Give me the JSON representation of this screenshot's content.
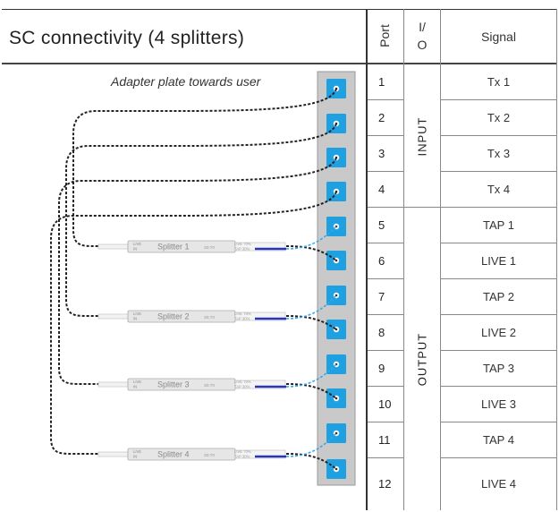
{
  "title": "SC connectivity (4 splitters)",
  "headers": {
    "port": "Port",
    "io_top": "I/",
    "io_bottom": "O",
    "signal": "Signal"
  },
  "plate_label": "Adapter plate towards user",
  "io_groups": {
    "input": "INPUT",
    "output": "OUTPUT"
  },
  "rows": [
    {
      "port": "1",
      "signal": "Tx 1"
    },
    {
      "port": "2",
      "signal": "Tx 2"
    },
    {
      "port": "3",
      "signal": "Tx 3"
    },
    {
      "port": "4",
      "signal": "Tx 4"
    },
    {
      "port": "5",
      "signal": "TAP 1"
    },
    {
      "port": "6",
      "signal": "LIVE 1"
    },
    {
      "port": "7",
      "signal": "TAP 2"
    },
    {
      "port": "8",
      "signal": "LIVE 2"
    },
    {
      "port": "9",
      "signal": "TAP 3"
    },
    {
      "port": "10",
      "signal": "LIVE 3"
    },
    {
      "port": "11",
      "signal": "TAP 4"
    },
    {
      "port": "12",
      "signal": "LIVE 4"
    }
  ],
  "splitters": [
    {
      "name": "Splitter 1",
      "ratio": "30:70",
      "in_label_1": "LIVE",
      "in_label_2": "IN",
      "out_label_1": "LIVE 70%",
      "out_label_2": "TAP 30%"
    },
    {
      "name": "Splitter 2",
      "ratio": "30:70",
      "in_label_1": "LIVE",
      "in_label_2": "IN",
      "out_label_1": "LIVE 70%",
      "out_label_2": "TAP 30%"
    },
    {
      "name": "Splitter 3",
      "ratio": "30:70",
      "in_label_1": "LIVE",
      "in_label_2": "IN",
      "out_label_1": "LIVE 70%",
      "out_label_2": "TAP 30%"
    },
    {
      "name": "Splitter 4",
      "ratio": "30:70",
      "in_label_1": "LIVE",
      "in_label_2": "IN",
      "out_label_1": "LIVE 70%",
      "out_label_2": "TAP 30%"
    }
  ],
  "colors": {
    "plate": "#c9c9c9",
    "port_blue": "#1fa0e0",
    "fiber_dark": "#222222",
    "fiber_blue": "#3aa7e6",
    "splitter_body": "#e6e6e6",
    "splitter_out": "#2a35b8"
  }
}
